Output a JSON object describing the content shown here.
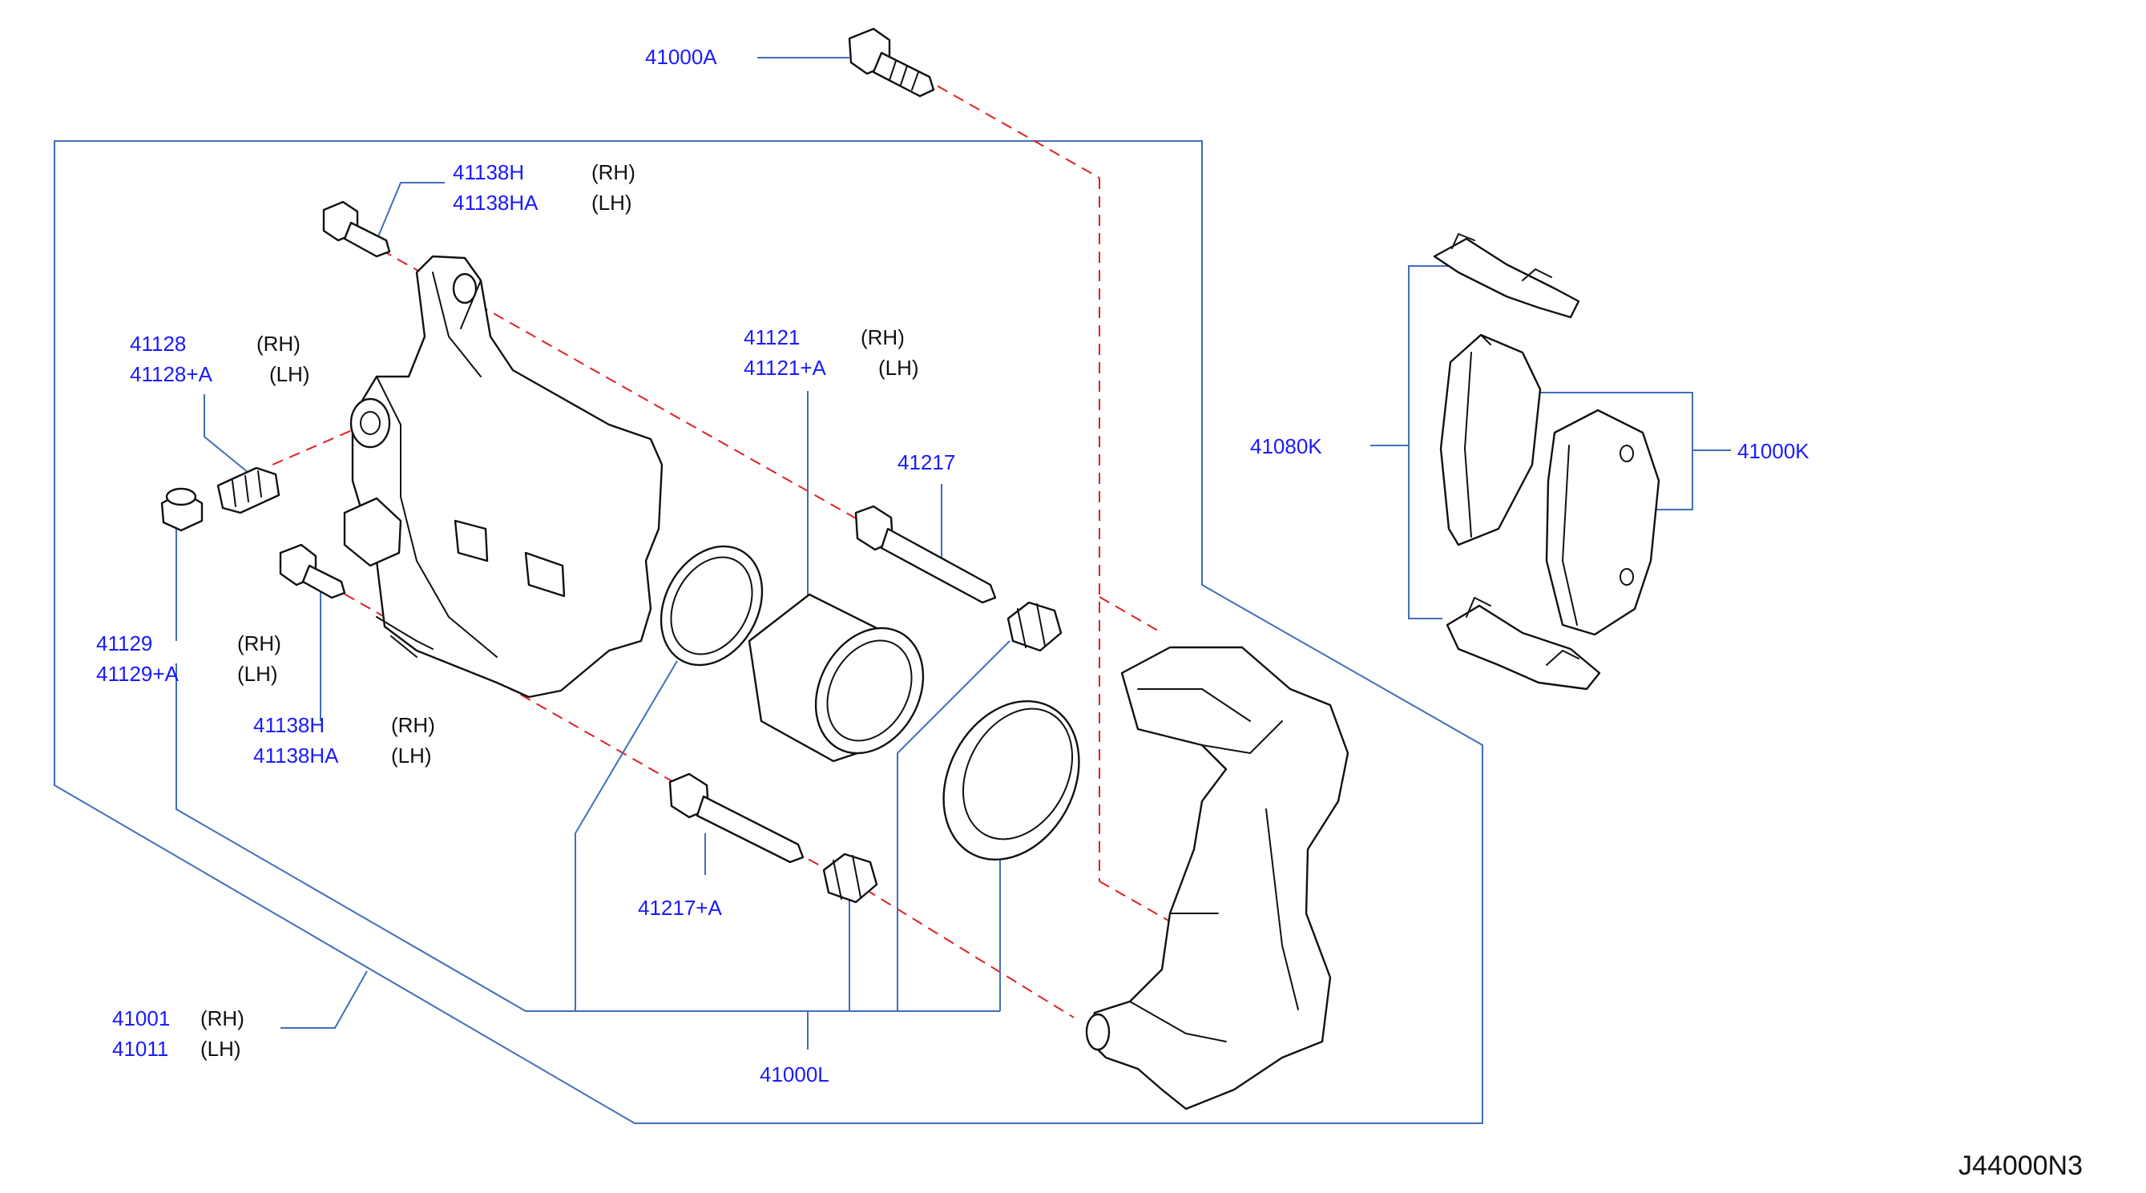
{
  "diagram": {
    "drawing_code": "J44000N3",
    "colors": {
      "part_number": "#1a1aff",
      "leader": "#3f6fb8",
      "hidden_line": "#e02020",
      "outline": "#111111"
    },
    "labels": [
      {
        "id": "41000A",
        "rows": [
          {
            "pn": "41000A",
            "side": ""
          }
        ]
      },
      {
        "id": "41138H-upper",
        "rows": [
          {
            "pn": "41138H",
            "side": "(RH)"
          },
          {
            "pn": "41138HA",
            "side": "(LH)"
          }
        ]
      },
      {
        "id": "41128",
        "rows": [
          {
            "pn": "41128",
            "side": "(RH)"
          },
          {
            "pn": "41128+A",
            "side": "(LH)"
          }
        ]
      },
      {
        "id": "41121",
        "rows": [
          {
            "pn": "41121",
            "side": "(RH)"
          },
          {
            "pn": "41121+A",
            "side": "(LH)"
          }
        ]
      },
      {
        "id": "41217",
        "rows": [
          {
            "pn": "41217",
            "side": ""
          }
        ]
      },
      {
        "id": "41080K",
        "rows": [
          {
            "pn": "41080K",
            "side": ""
          }
        ]
      },
      {
        "id": "41000K",
        "rows": [
          {
            "pn": "41000K",
            "side": ""
          }
        ]
      },
      {
        "id": "41129",
        "rows": [
          {
            "pn": "41129",
            "side": "(RH)"
          },
          {
            "pn": "41129+A",
            "side": "(LH)"
          }
        ]
      },
      {
        "id": "41138H-lower",
        "rows": [
          {
            "pn": "41138H",
            "side": "(RH)"
          },
          {
            "pn": "41138HA",
            "side": "(LH)"
          }
        ]
      },
      {
        "id": "41217A",
        "rows": [
          {
            "pn": "41217+A",
            "side": ""
          }
        ]
      },
      {
        "id": "41001",
        "rows": [
          {
            "pn": "41001",
            "side": "(RH)"
          },
          {
            "pn": "41011",
            "side": "(LH)"
          }
        ]
      },
      {
        "id": "41000L",
        "rows": [
          {
            "pn": "41000L",
            "side": ""
          }
        ]
      }
    ]
  }
}
